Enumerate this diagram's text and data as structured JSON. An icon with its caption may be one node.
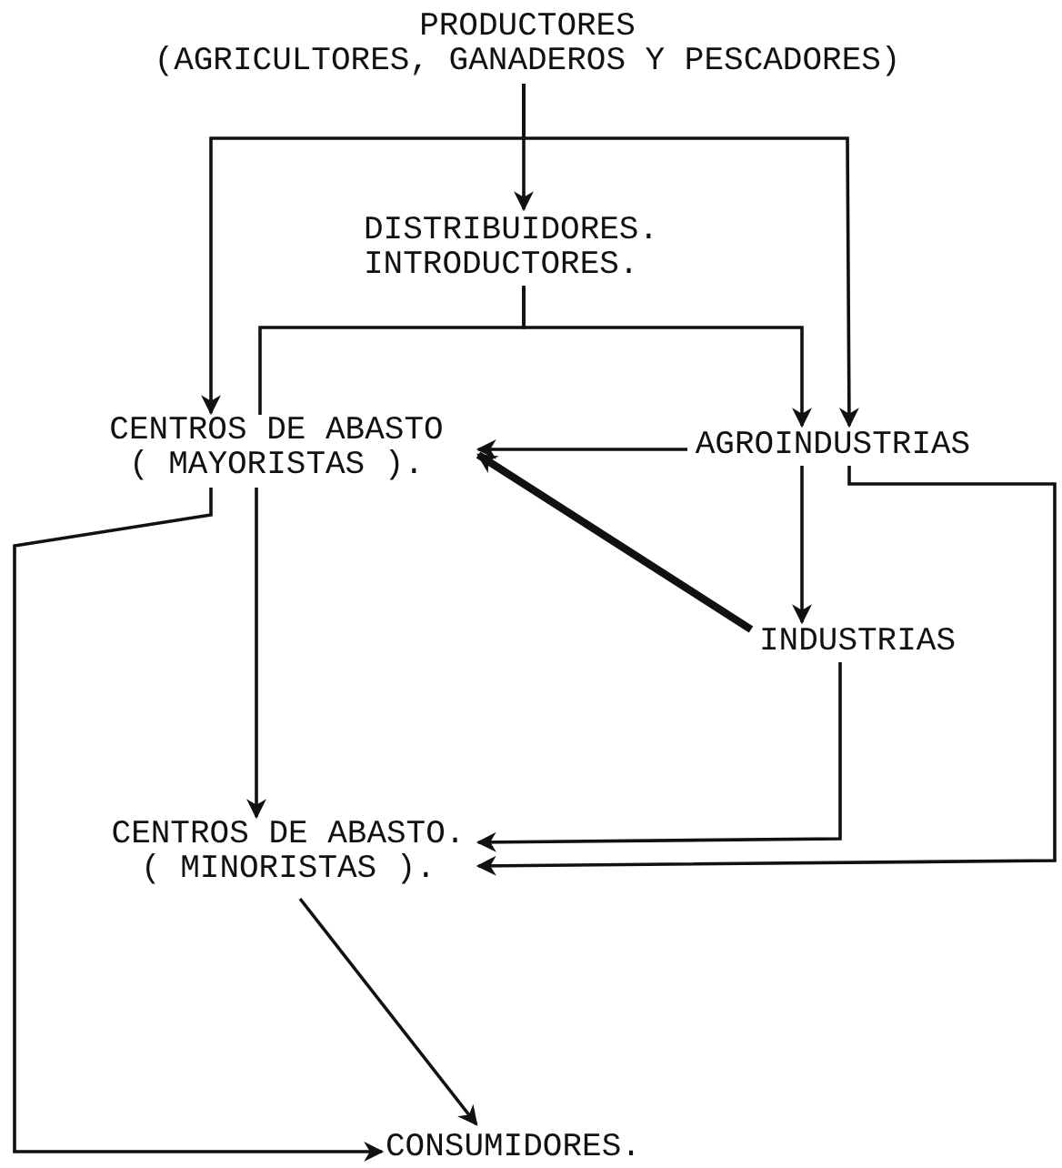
{
  "diagram": {
    "nodes": [
      {
        "text": [
          "PRODUCTORES",
          "(AGRICULTORES, GANADEROS Y PESCADORES)"
        ]
      },
      {
        "text": [
          "DISTRIBUIDORES.",
          "INTRODUCTORES."
        ]
      },
      {
        "text": [
          "CENTROS DE ABASTO",
          "( MAYORISTAS )."
        ]
      },
      {
        "text": [
          "AGROINDUSTRIAS"
        ]
      },
      {
        "text": [
          "INDUSTRIAS"
        ]
      },
      {
        "text": [
          "CENTROS DE ABASTO.",
          "( MINORISTAS )."
        ]
      },
      {
        "text": [
          "CONSUMIDORES."
        ]
      }
    ],
    "edges": [
      {
        "from": 0,
        "to": 1,
        "arrow": "to"
      },
      {
        "from": 0,
        "to": 2,
        "arrow": "to"
      },
      {
        "from": 0,
        "to": 3,
        "arrow": "to"
      },
      {
        "from": 1,
        "to": 2,
        "arrow": "none"
      },
      {
        "from": 1,
        "to": 3,
        "arrow": "to"
      },
      {
        "from": 3,
        "to": 2,
        "arrow": "to"
      },
      {
        "from": 4,
        "to": 2,
        "arrow": "to",
        "style": "thick"
      },
      {
        "from": 3,
        "to": 4,
        "arrow": "to"
      },
      {
        "from": 3,
        "to": 5,
        "arrow": "to"
      },
      {
        "from": 4,
        "to": 5,
        "arrow": "to"
      },
      {
        "from": 2,
        "to": 5,
        "arrow": "to"
      },
      {
        "from": 2,
        "to": 6,
        "arrow": "to"
      },
      {
        "from": 5,
        "to": 6,
        "arrow": "to"
      }
    ]
  }
}
